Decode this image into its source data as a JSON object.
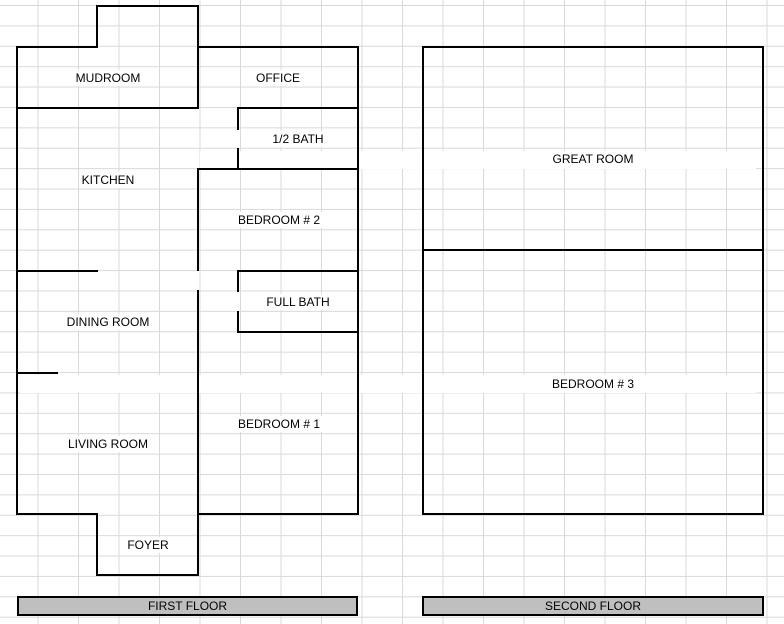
{
  "first_floor": {
    "label": "FIRST FLOOR",
    "rooms": {
      "mudroom": "MUDROOM",
      "office": "OFFICE",
      "half_bath": "1/2 BATH",
      "kitchen": "KITCHEN",
      "bedroom_2": "BEDROOM # 2",
      "full_bath": "FULL BATH",
      "dining_room": "DINING ROOM",
      "bedroom_1": "BEDROOM # 1",
      "living_room": "LIVING ROOM",
      "foyer": "FOYER"
    }
  },
  "second_floor": {
    "label": "SECOND FLOOR",
    "rooms": {
      "great_room": "GREAT ROOM",
      "bedroom_3": "BEDROOM # 3"
    }
  },
  "colors": {
    "grid": "#d9d9d9",
    "wall": "#000000",
    "floor_bar": "#bfbfbf",
    "background": "#ffffff"
  }
}
